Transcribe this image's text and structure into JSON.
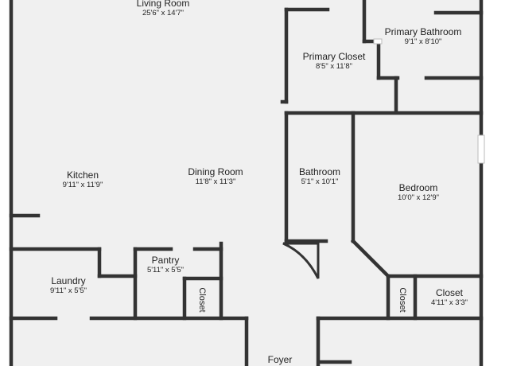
{
  "plan": {
    "colors": {
      "floor": "#f0f0f0",
      "wall": "#333333",
      "window": "#ffffff"
    },
    "rooms": {
      "living_room": {
        "name": "Living Room",
        "dim": "25'6\" x 14'7\""
      },
      "primary_bathroom": {
        "name": "Primary Bathroom",
        "dim": "9'1\" x 8'10\""
      },
      "primary_closet": {
        "name": "Primary Closet",
        "dim": "8'5\" x 11'8\""
      },
      "kitchen": {
        "name": "Kitchen",
        "dim": "9'11\" x 11'9\""
      },
      "dining_room": {
        "name": "Dining Room",
        "dim": "11'8\" x 11'3\""
      },
      "bathroom": {
        "name": "Bathroom",
        "dim": "5'1\" x 10'1\""
      },
      "bedroom": {
        "name": "Bedroom",
        "dim": "10'0\" x 12'9\""
      },
      "pantry": {
        "name": "Pantry",
        "dim": "5'11\" x 5'5\""
      },
      "laundry": {
        "name": "Laundry",
        "dim": "9'11\" x 5'5\""
      },
      "closet_right": {
        "name": "Closet",
        "dim": "4'11\" x 3'3\""
      },
      "foyer": {
        "name": "Foyer"
      }
    },
    "vertical_labels": {
      "closet_pantry": "Closet",
      "closet_bedroom": "Closet"
    }
  }
}
